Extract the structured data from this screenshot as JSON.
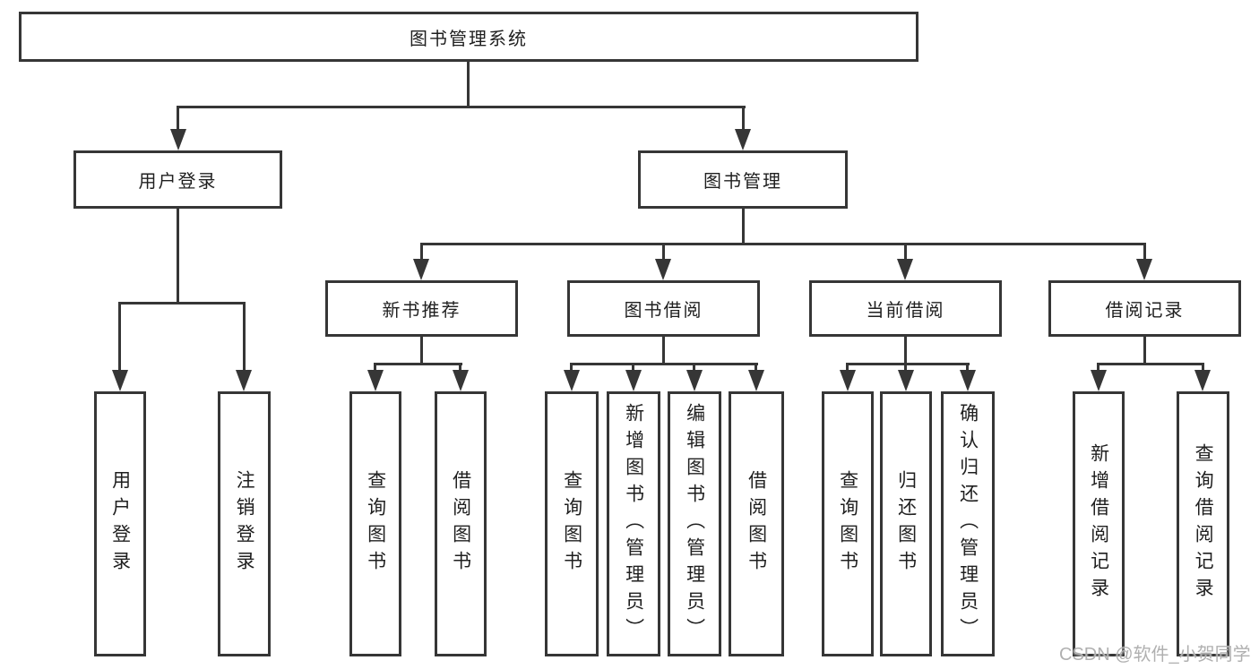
{
  "nodes": {
    "root": "图书管理系统",
    "user_login": "用户登录",
    "book_management": "图书管理",
    "new_book_recommend": "新书推荐",
    "book_borrow": "图书借阅",
    "current_borrow": "当前借阅",
    "borrow_records": "借阅记录"
  },
  "leaves": [
    {
      "label": "用户登录"
    },
    {
      "label": "注销登录"
    },
    {
      "label": "查询图书"
    },
    {
      "label": "借阅图书"
    },
    {
      "label": "查询图书"
    },
    {
      "label": "新增图书（管理员）"
    },
    {
      "label": "编辑图书（管理员）"
    },
    {
      "label": "借阅图书"
    },
    {
      "label": "查询图书"
    },
    {
      "label": "归还图书"
    },
    {
      "label": "确认归还（管理员）"
    },
    {
      "label": "新增借阅记录"
    },
    {
      "label": "查询借阅记录"
    }
  ],
  "watermark": "CSDN @软件_小贺同学",
  "colors": {
    "line": "#363636",
    "text": "#1f1f1f",
    "background": "#ffffff",
    "watermark": "#b0b0b0"
  }
}
